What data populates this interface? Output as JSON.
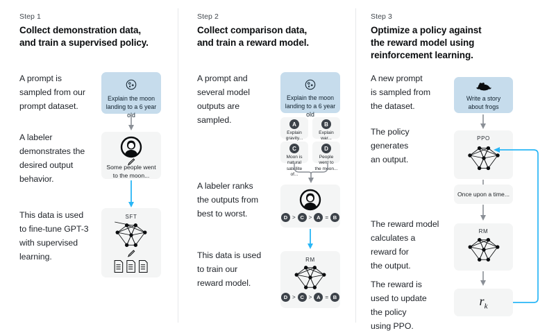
{
  "theme": {
    "bg": "#ffffff",
    "card_gray": "#f4f5f5",
    "card_blue": "#c6dcec",
    "arrow_gray": "#8a8f96",
    "arrow_blue": "#29b6f6",
    "divider": "#e6e8ea",
    "text": "#14171a",
    "pill": "#3c4249"
  },
  "columns": [
    {
      "step_label": "Step 1",
      "title_lines": [
        "Collect demonstration data,",
        "and train a supervised policy."
      ],
      "paragraphs": [
        {
          "lines": [
            "A prompt is",
            "sampled from our",
            "prompt dataset."
          ]
        },
        {
          "lines": [
            "A labeler",
            "demonstrates the",
            "desired output",
            "behavior."
          ]
        },
        {
          "lines": [
            "This data is used",
            "to fine-tune GPT-3",
            "with supervised",
            "learning."
          ]
        }
      ],
      "cards": [
        {
          "name": "prompt-card",
          "style": "blue",
          "icon": "moon-icon",
          "text_lines": [
            "Explain the moon",
            "landing to a 6 year old"
          ]
        },
        {
          "name": "labeler-card",
          "style": "gray",
          "icon": "labeler-avatar-icon",
          "sub_icon": "pencil-icon",
          "text_lines": [
            "Some people went",
            "to the moon..."
          ]
        },
        {
          "name": "sft-model-card",
          "style": "gray",
          "title": "SFT",
          "icon": "neural-network-icon",
          "sub_icon": "pencil-icon",
          "extra_icon": "documents-icon"
        }
      ]
    },
    {
      "step_label": "Step 2",
      "title_lines": [
        "Collect comparison data,",
        "and train a reward model."
      ],
      "paragraphs": [
        {
          "lines": [
            "A prompt and",
            "several model",
            "outputs are",
            "sampled."
          ]
        },
        {
          "lines": [
            "A labeler ranks",
            "the outputs from",
            "best to worst."
          ]
        },
        {
          "lines": [
            "This data is used",
            "to train our",
            "reward model."
          ]
        }
      ],
      "cards": [
        {
          "name": "prompt-card",
          "style": "blue",
          "icon": "moon-icon",
          "text_lines": [
            "Explain the moon",
            "landing to a 6 year old"
          ]
        },
        {
          "name": "labeler-ranking-card",
          "style": "gray",
          "icon": "labeler-avatar-icon",
          "ranking": [
            "D",
            ">",
            "C",
            ">",
            "A",
            "=",
            "B"
          ]
        },
        {
          "name": "reward-model-card",
          "style": "gray",
          "title": "RM",
          "icon": "neural-network-icon",
          "ranking": [
            "D",
            ">",
            "C",
            ">",
            "A",
            "=",
            "B"
          ]
        }
      ],
      "options": [
        {
          "letter": "A",
          "text_lines": [
            "Explain gravity..."
          ]
        },
        {
          "letter": "B",
          "text_lines": [
            "Explain war..."
          ]
        },
        {
          "letter": "C",
          "text_lines": [
            "Moon is natural",
            "satellite of..."
          ]
        },
        {
          "letter": "D",
          "text_lines": [
            "People went to",
            "the moon..."
          ]
        }
      ]
    },
    {
      "step_label": "Step 3",
      "title_lines": [
        "Optimize a policy against",
        "the reward model using",
        "reinforcement learning."
      ],
      "paragraphs": [
        {
          "lines": [
            "A new prompt",
            "is sampled from",
            "the dataset."
          ]
        },
        {
          "lines": [
            "The policy",
            "generates",
            "an output."
          ]
        },
        {
          "lines": [
            "The reward model",
            "calculates a",
            "reward for",
            "the output."
          ]
        },
        {
          "lines": [
            "The reward is",
            "used to update",
            "the policy",
            "using PPO."
          ]
        }
      ],
      "cards": [
        {
          "name": "prompt-card",
          "style": "blue",
          "icon": "frog-icon",
          "text_lines": [
            "Write a story",
            "about frogs"
          ]
        },
        {
          "name": "ppo-policy-card",
          "style": "gray",
          "title": "PPO",
          "icon": "neural-network-icon"
        },
        {
          "name": "generated-output-card",
          "style": "gray",
          "text_lines": [
            "Once upon a time..."
          ]
        },
        {
          "name": "reward-model-card",
          "style": "gray",
          "title": "RM",
          "icon": "neural-network-icon"
        },
        {
          "name": "reward-value-card",
          "style": "gray",
          "formula_base": "r",
          "formula_sub": "k"
        }
      ]
    }
  ]
}
